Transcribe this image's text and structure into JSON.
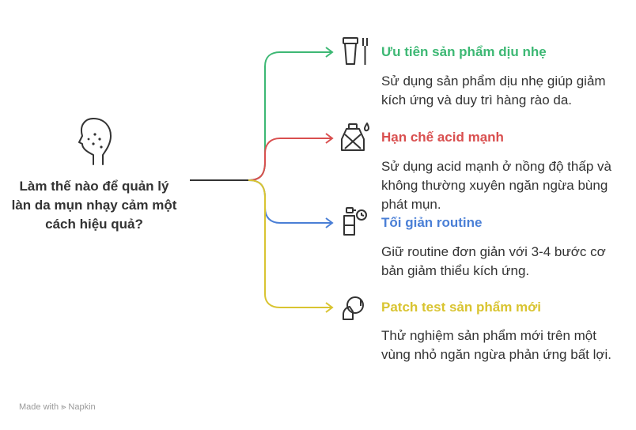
{
  "question": "Làm thế nào để quản lý làn da mụn nhạy cảm một cách hiệu quả?",
  "branches": [
    {
      "title": "Ưu tiên sản phẩm dịu nhẹ",
      "description": "Sử dụng sản phẩm dịu nhẹ giúp giảm kích ứng và duy trì hàng rào da.",
      "color": "#3db874",
      "icon": "skincare-tube-icon"
    },
    {
      "title": "Hạn chế acid mạnh",
      "description": "Sử dụng acid mạnh ở nồng độ thấp và không thường xuyên ngăn ngừa bùng phát mụn.",
      "color": "#d94f4f",
      "icon": "acid-bottle-icon"
    },
    {
      "title": "Tối giản routine",
      "description": "Giữ routine đơn giản với 3-4 bước cơ bản giảm thiểu kích ứng.",
      "color": "#4a7fd6",
      "icon": "spray-bottle-timer-icon"
    },
    {
      "title": "Patch test sản phẩm mới",
      "description": "Thử nghiệm sản phẩm mới trên một vùng nhỏ ngăn ngừa phản ứng bất lợi.",
      "color": "#d9c431",
      "icon": "thermometer-patch-icon"
    }
  ],
  "colors": {
    "text": "#333333",
    "connector": "#333333"
  },
  "footer": {
    "prefix": "Made with",
    "brand": "Napkin"
  }
}
